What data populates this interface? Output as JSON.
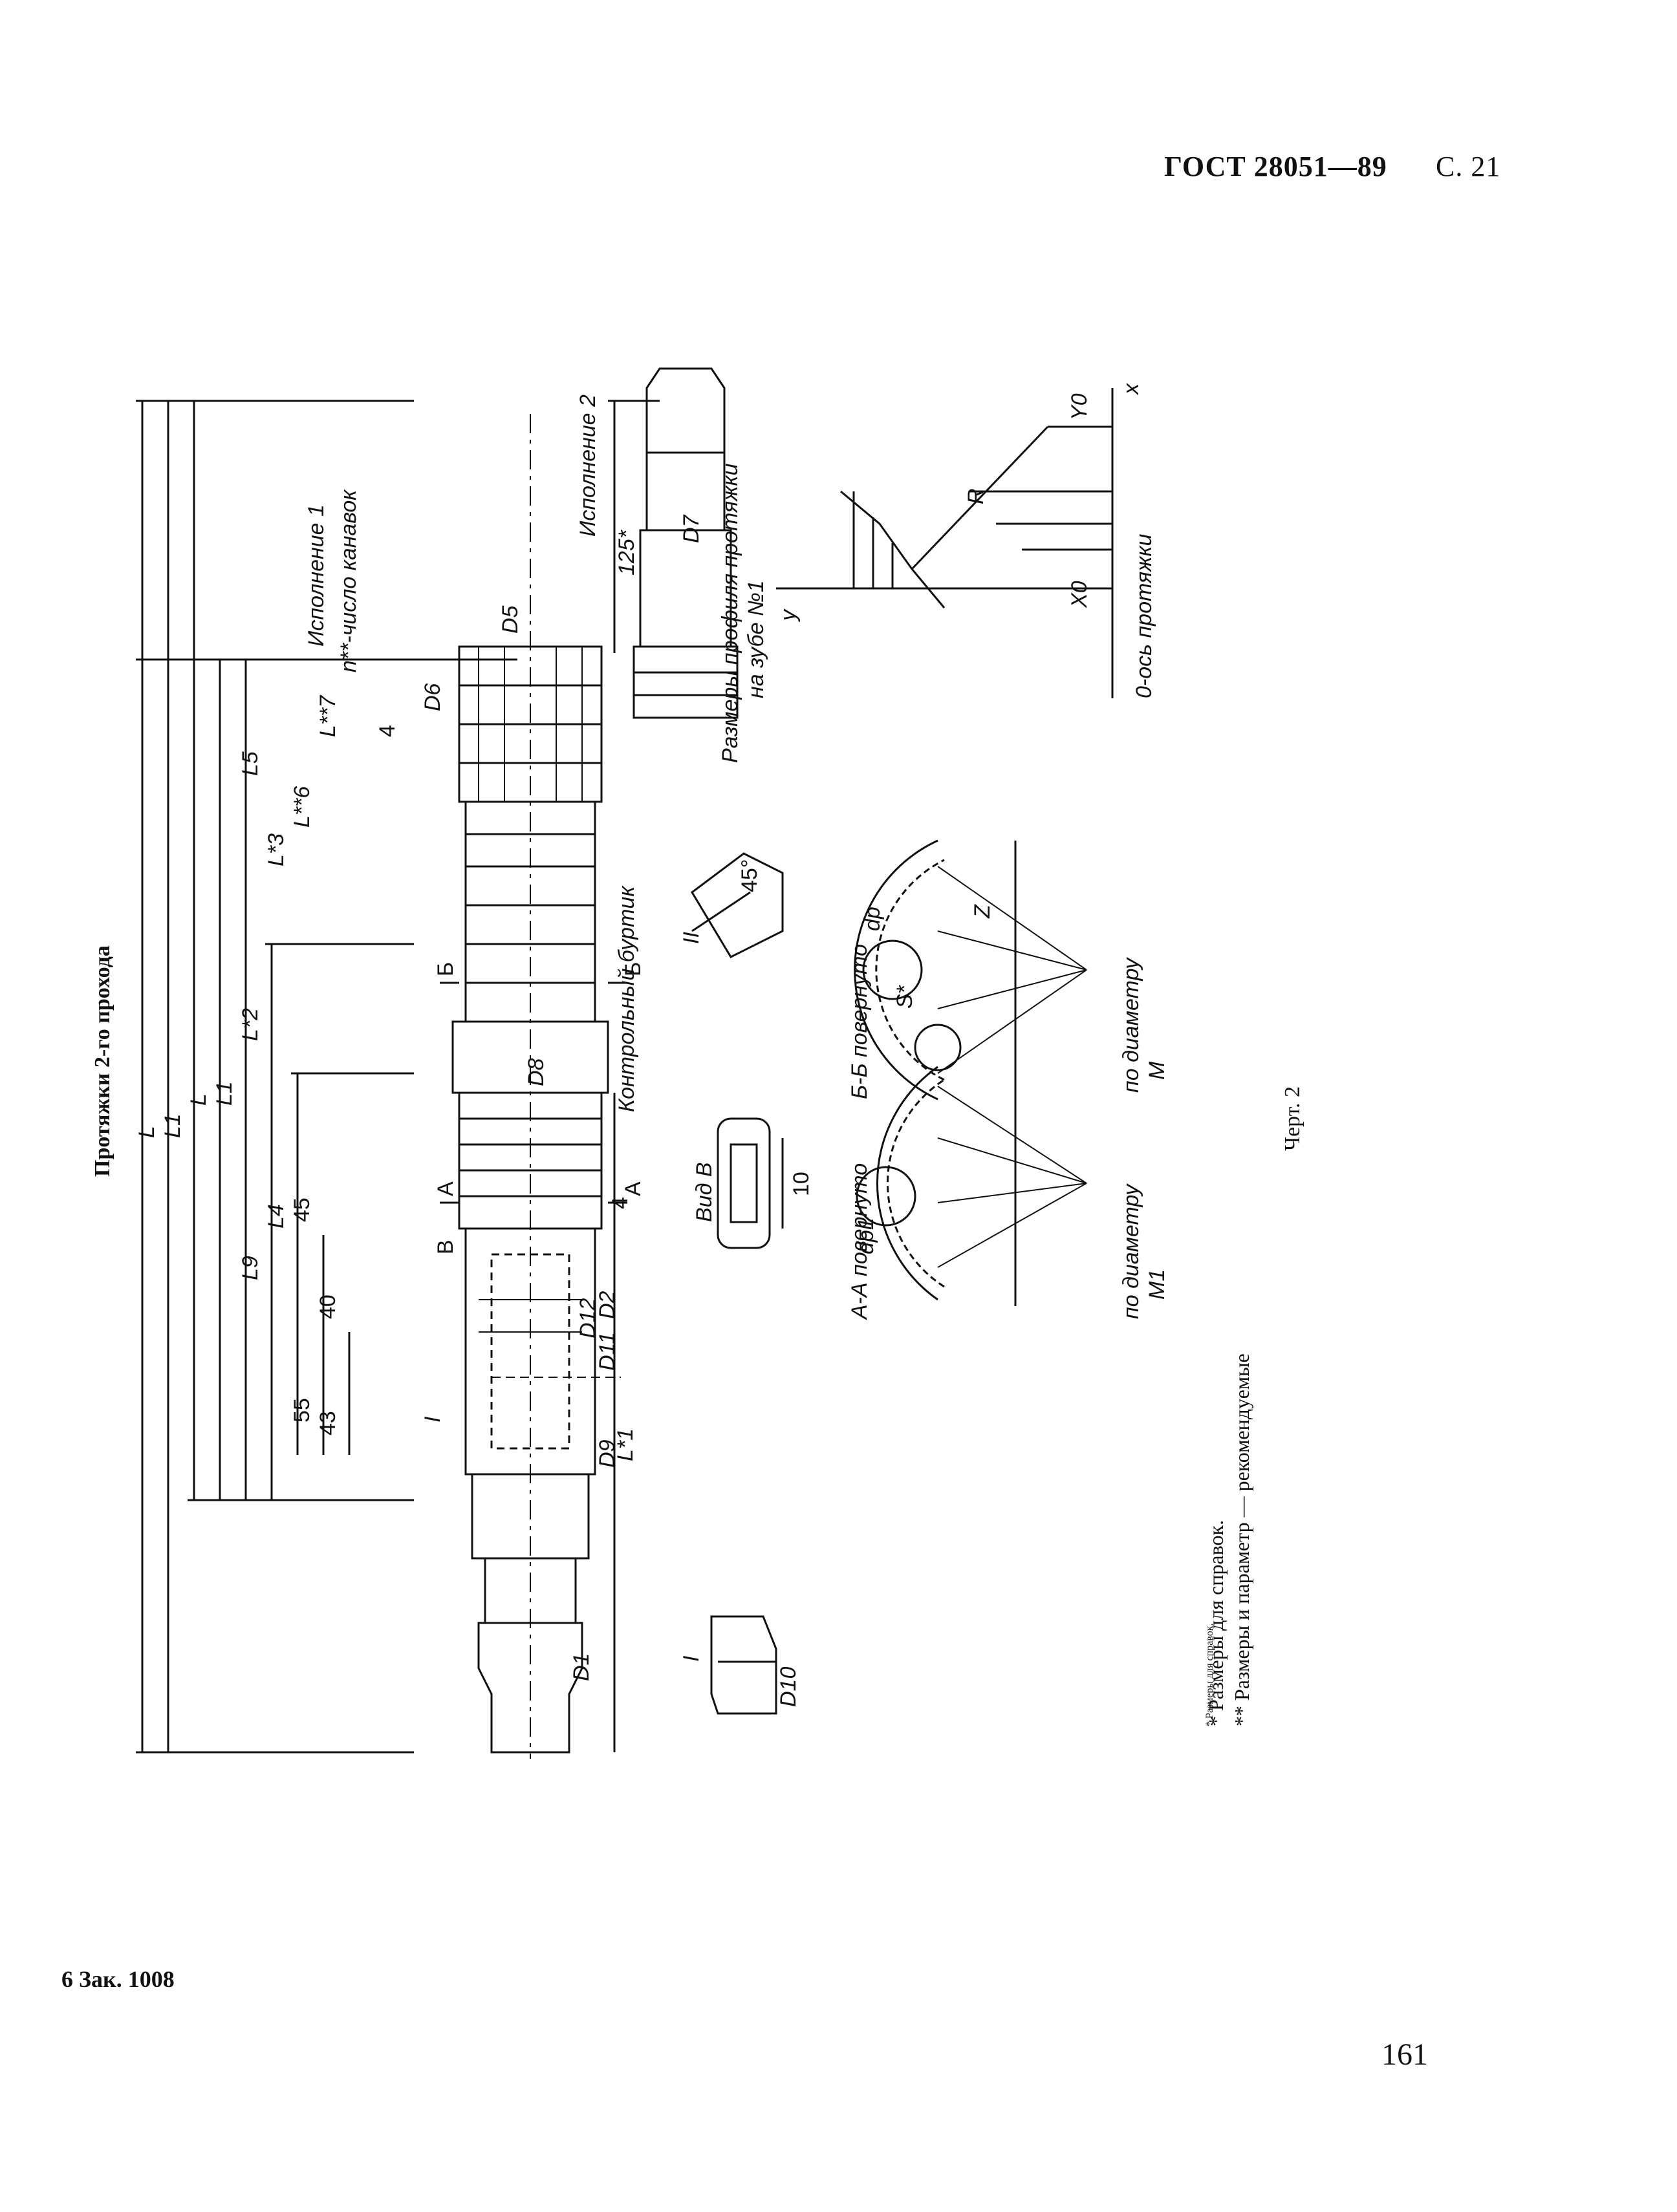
{
  "header": {
    "standard": "ГОСТ 28051—89",
    "page_ref": "С. 21"
  },
  "drawing": {
    "title": "Протяжки 2-го прохода",
    "variant_1": "Исполнение 1",
    "variant_2": "Исполнение 2",
    "groove_note": "n**-число канавок",
    "control_collar": "Контрольный буртик",
    "profile_title_line1": "Размеры профиля протяжки",
    "profile_title_line2": "на зубе №1",
    "axis_label": "0-ось протяжки",
    "view_v": "Вид В",
    "section_aa": "А-А повернуто",
    "section_bb": "Б-Б повернуто",
    "detail_1": "I",
    "detail_2": "II",
    "by_diameter_1": "по диаметру",
    "by_diameter_2": "по диаметру",
    "dim_125": "125*",
    "dim_45": "45",
    "dim_40": "40",
    "dim_55": "55",
    "dim_43": "43",
    "dim_4a": "4",
    "dim_4b": "4",
    "dim_10": "10",
    "dim_45deg": "45°",
    "dim_L": "L",
    "dim_L1": "L1",
    "dim_L1star": "L*1",
    "dim_L2": "L*2",
    "dim_L3": "L*3",
    "dim_L4": "L4",
    "dim_L5": "L5",
    "dim_L6": "L**6",
    "dim_L7": "L**7",
    "dim_L9": "L9",
    "dim_D1": "D1",
    "dim_D2": "D2",
    "dim_D5": "D5",
    "dim_D6": "D6",
    "dim_D7": "D7",
    "dim_D8": "D8",
    "dim_D9": "D9",
    "dim_D10": "D10",
    "dim_D11": "D11",
    "dim_D12": "D12",
    "dim_X0": "X0",
    "dim_Y0": "Y0",
    "dim_R": "R",
    "dim_M": "M",
    "dim_M1": "M1",
    "dim_Z": "Z",
    "dim_dp": "dp",
    "dim_dp1": "dp1",
    "dim_S": "S*",
    "lbl_x": "x",
    "lbl_y": "y",
    "lbl_A": "А",
    "lbl_B": "Б",
    "lbl_V": "В"
  },
  "figure_caption": "Черт. 2",
  "footnotes": [
    "* Размеры для справок.",
    "** Размеры и параметр — рекомендуемые"
  ],
  "footer": {
    "order": "6 Зак. 1008",
    "page_number": "161"
  }
}
